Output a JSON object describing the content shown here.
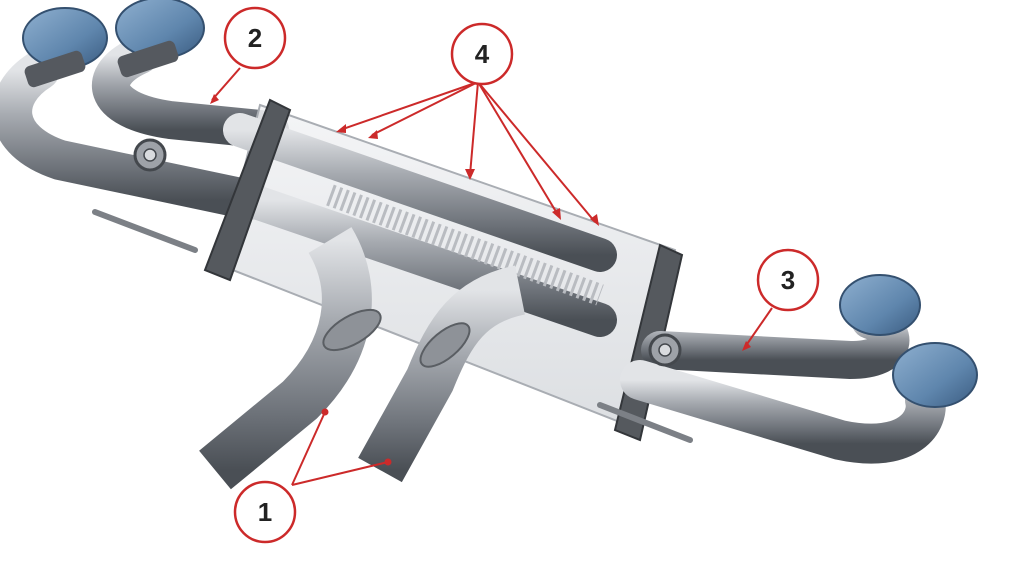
{
  "callouts": [
    {
      "label": "1"
    },
    {
      "label": "2"
    },
    {
      "label": "3"
    },
    {
      "label": "4"
    }
  ],
  "colors": {
    "pipe": "#9a9ea5",
    "pipe_dark": "#5c6168",
    "pipe_light": "#d4d7db",
    "tip_blue": "#6a8fb5",
    "tip_blue_dark": "#3d5f85",
    "muffler_glass": "#e6e8eb",
    "muffler_edge": "#a9adb3",
    "flange": "#4f5358",
    "callout_red": "#cc2a2a",
    "background": "#ffffff"
  }
}
